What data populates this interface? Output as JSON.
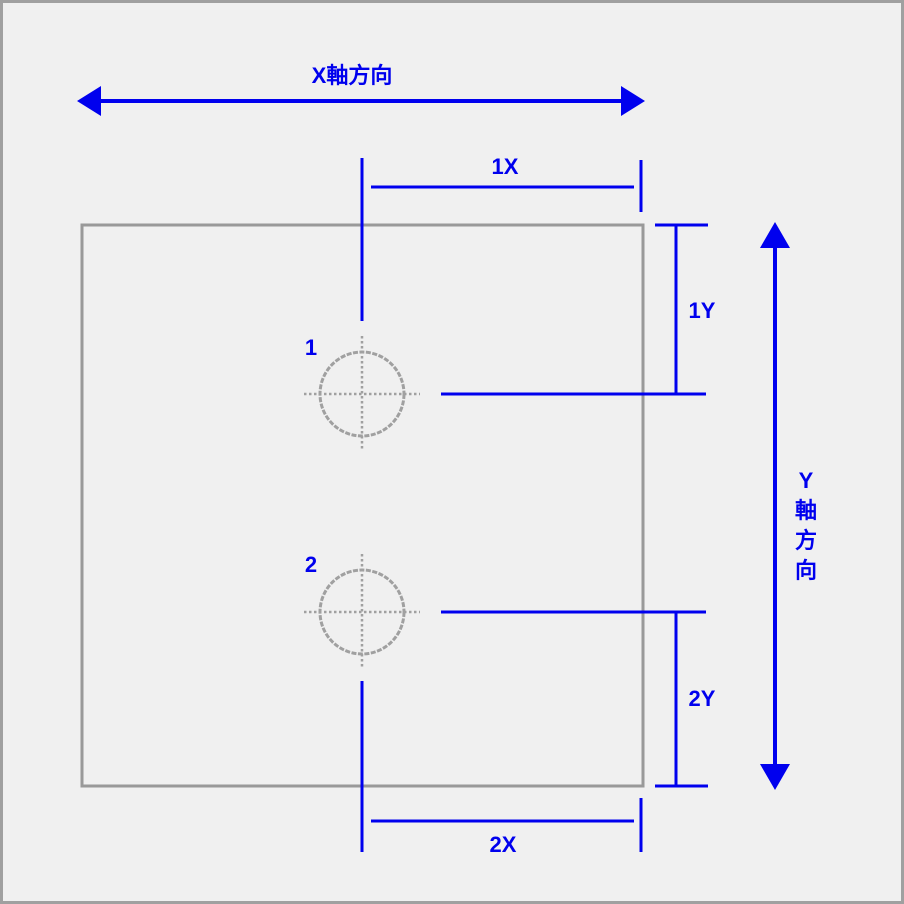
{
  "colors": {
    "background": "#f0f0f0",
    "border": "#a0a0a0",
    "accent": "#0000ee",
    "plate": "#999999",
    "hole": "#a0a0a0"
  },
  "labels": {
    "x_axis": "X軸方向",
    "y_axis_chars": [
      "Y",
      "軸",
      "方",
      "向"
    ],
    "dim_1x": "1X",
    "dim_2x": "2X",
    "dim_1y": "1Y",
    "dim_2y": "2Y",
    "hole_1": "1",
    "hole_2": "2"
  }
}
